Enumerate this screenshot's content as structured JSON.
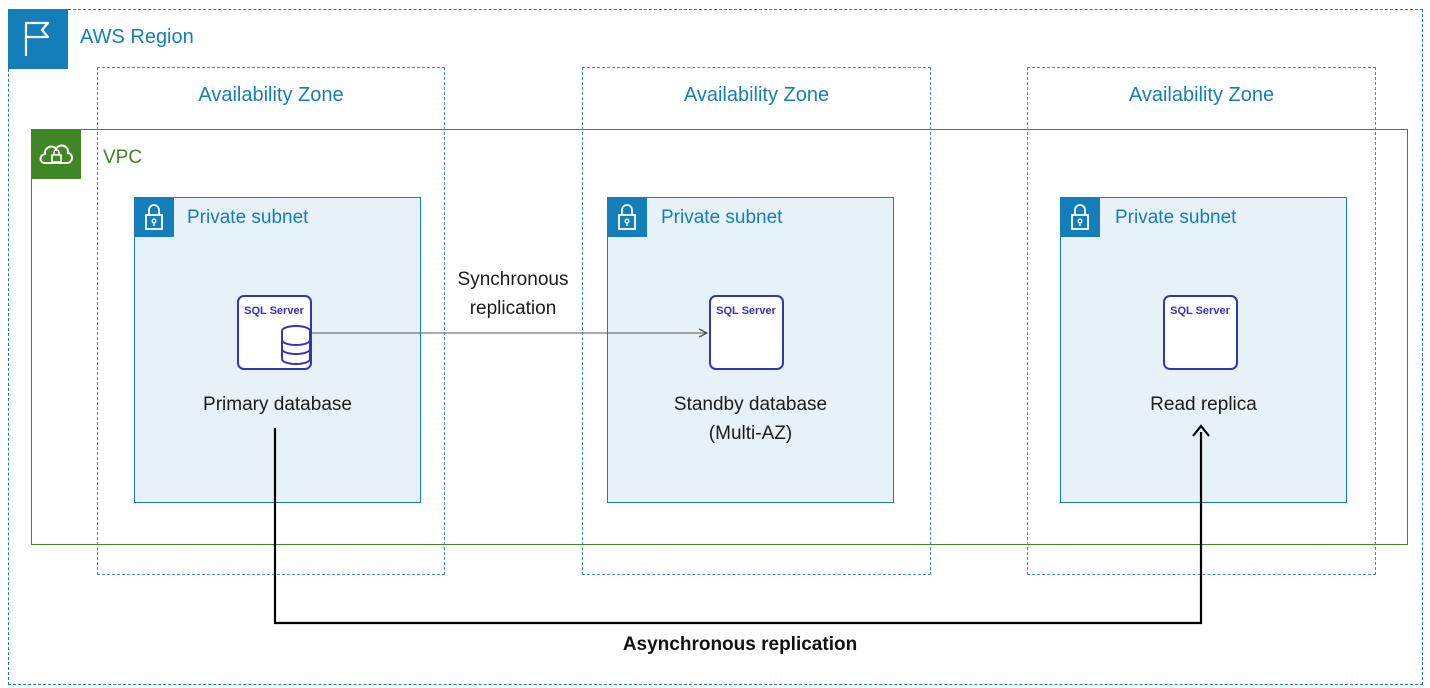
{
  "region": {
    "label": "AWS Region",
    "icon": "flag-icon",
    "color": "#147eba"
  },
  "zones": [
    {
      "label": "Availability Zone"
    },
    {
      "label": "Availability Zone"
    },
    {
      "label": "Availability Zone"
    }
  ],
  "vpc": {
    "label": "VPC",
    "icon": "cloud-lock-icon",
    "color": "#3f8624"
  },
  "subnets": [
    {
      "label": "Private subnet",
      "icon": "lock-icon"
    },
    {
      "label": "Private subnet",
      "icon": "lock-icon"
    },
    {
      "label": "Private subnet",
      "icon": "lock-icon"
    }
  ],
  "databases": [
    {
      "engine_label": "SQL Server",
      "name": "Primary database",
      "sub": ""
    },
    {
      "engine_label": "SQL Server",
      "name": "Standby database",
      "sub": "(Multi-AZ)"
    },
    {
      "engine_label": "SQL Server",
      "name": "Read replica",
      "sub": ""
    }
  ],
  "sync_replication": {
    "line1": "Synchronous",
    "line2": "replication"
  },
  "async_replication": {
    "label": "Asynchronous replication"
  }
}
